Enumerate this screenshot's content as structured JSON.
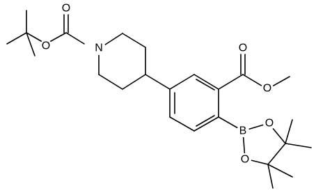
{
  "structure": {
    "atom_labels": {
      "o_carbonyl_boc": "O",
      "o_ester_boc": "O",
      "n_piperidine": "N",
      "o_carbonyl_ester": "O",
      "o_methoxy": "O",
      "boron": "B",
      "o_ring_upper": "O",
      "o_ring_lower": "O"
    }
  }
}
